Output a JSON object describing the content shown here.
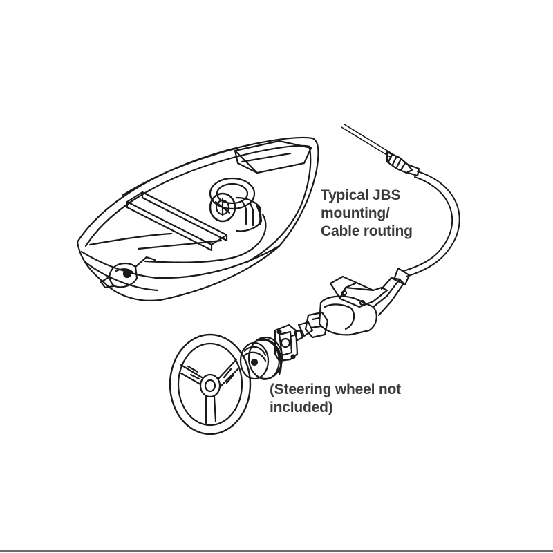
{
  "labels": {
    "jbs": {
      "line1": "Typical JBS",
      "line2": "mounting/",
      "line3": "Cable routing"
    },
    "wheel": {
      "line1": "(Steering wheel not",
      "line2": "included)"
    }
  },
  "colors": {
    "line": "#1a1a1a",
    "text": "#3a3a3a",
    "background": "#ffffff"
  }
}
